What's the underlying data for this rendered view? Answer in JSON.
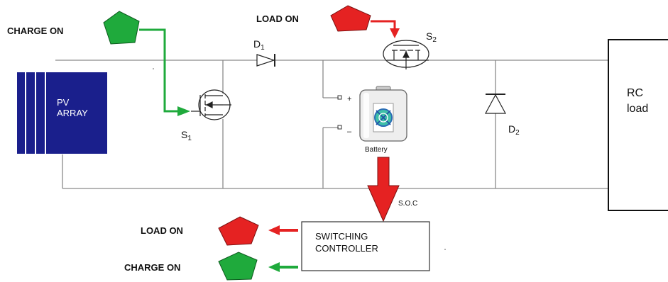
{
  "labels": {
    "charge_on_top": "CHARGE ON",
    "load_on_top": "LOAD ON",
    "pv_line1": "PV",
    "pv_line2": "ARRAY",
    "d1_main": "D",
    "d1_sub": "1",
    "s1_main": "S",
    "s1_sub": "1",
    "s2_main": "S",
    "s2_sub": "2",
    "d2_main": "D",
    "d2_sub": "2",
    "plus": "+",
    "minus": "–",
    "battery": "Battery",
    "soc": "S.O.C",
    "rc_line1": "RC",
    "rc_line2": "load",
    "controller_line1": "SWITCHING",
    "controller_line2": "CONTROLLER",
    "load_on_bottom": "LOAD ON",
    "charge_on_bottom": "CHARGE ON"
  },
  "colors": {
    "charge_green": "#1faa3c",
    "load_red": "#e52222",
    "pv_blue": "#1a1f8c",
    "wire_gray": "#8a8a8a"
  }
}
